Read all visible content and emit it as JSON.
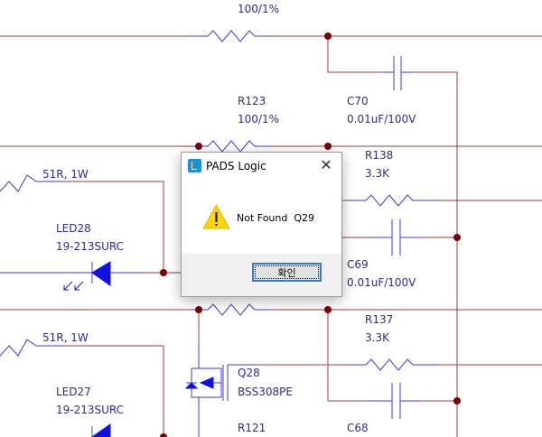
{
  "schematic": {
    "labels": {
      "top_resistor_value": "100/1%",
      "r123_ref": "R123",
      "r123_value": "100/1%",
      "c70_ref": "C70",
      "c70_value": "0.01uF/100V",
      "r138_ref": "R138",
      "r138_value": "3.3K",
      "led28_resistor": "51R, 1W",
      "led28_ref": "LED28",
      "led28_part": "19-213SURC",
      "c69_ref": "C69",
      "c69_value": "0.01uF/100V",
      "r137_ref": "R137",
      "r137_value": "3.3K",
      "led27_resistor": "51R, 1W",
      "led27_ref": "LED27",
      "led27_part": "19-213SURC",
      "q28_ref": "Q28",
      "q28_part": "BSS308PE",
      "r121_ref": "R121",
      "c68_ref": "C68"
    },
    "colors": {
      "wire": "#a23a3a",
      "component": "#3b3be0",
      "junction": "#7a0000",
      "label": "#2b2b9a"
    }
  },
  "dialog": {
    "title": "PADS Logic",
    "app_icon": "pads-logic-icon",
    "close_glyph": "✕",
    "message": "Not Found  Q29",
    "warning_icon": "warning-triangle-icon",
    "ok_label": "확인"
  }
}
